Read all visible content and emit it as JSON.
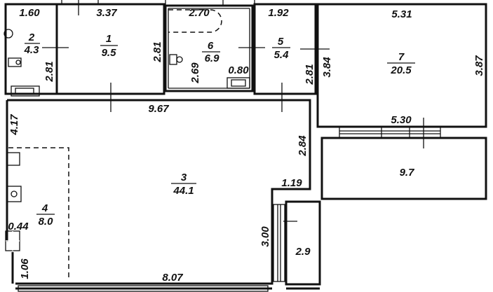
{
  "rooms": [
    {
      "number": "1",
      "area": "9.5"
    },
    {
      "number": "2",
      "area": "4.3"
    },
    {
      "number": "3",
      "area": "44.1"
    },
    {
      "number": "4",
      "area": "8.0"
    },
    {
      "number": "5",
      "area": "5.4"
    },
    {
      "number": "6",
      "area": "6.9"
    },
    {
      "number": "7",
      "area": "20.5"
    }
  ],
  "balconies": [
    {
      "area": "9.7"
    },
    {
      "area": "2.9"
    }
  ],
  "dimensions": {
    "d_1_60": "1.60",
    "d_3_37": "3.37",
    "d_2_70": "2.70",
    "d_1_92": "1.92",
    "d_5_31": "5.31",
    "d_2_81_a": "2.81",
    "d_2_81_b": "2.81",
    "d_2_81_c": "2.81",
    "d_2_69": "2.69",
    "d_0_80": "0.80",
    "d_3_84": "3.84",
    "d_3_87": "3.87",
    "d_9_67": "9.67",
    "d_5_30": "5.30",
    "d_4_17": "4.17",
    "d_2_84": "2.84",
    "d_1_19": "1.19",
    "d_0_44": "0.44",
    "d_3_00": "3.00",
    "d_1_06": "1.06",
    "d_8_07": "8.07"
  }
}
